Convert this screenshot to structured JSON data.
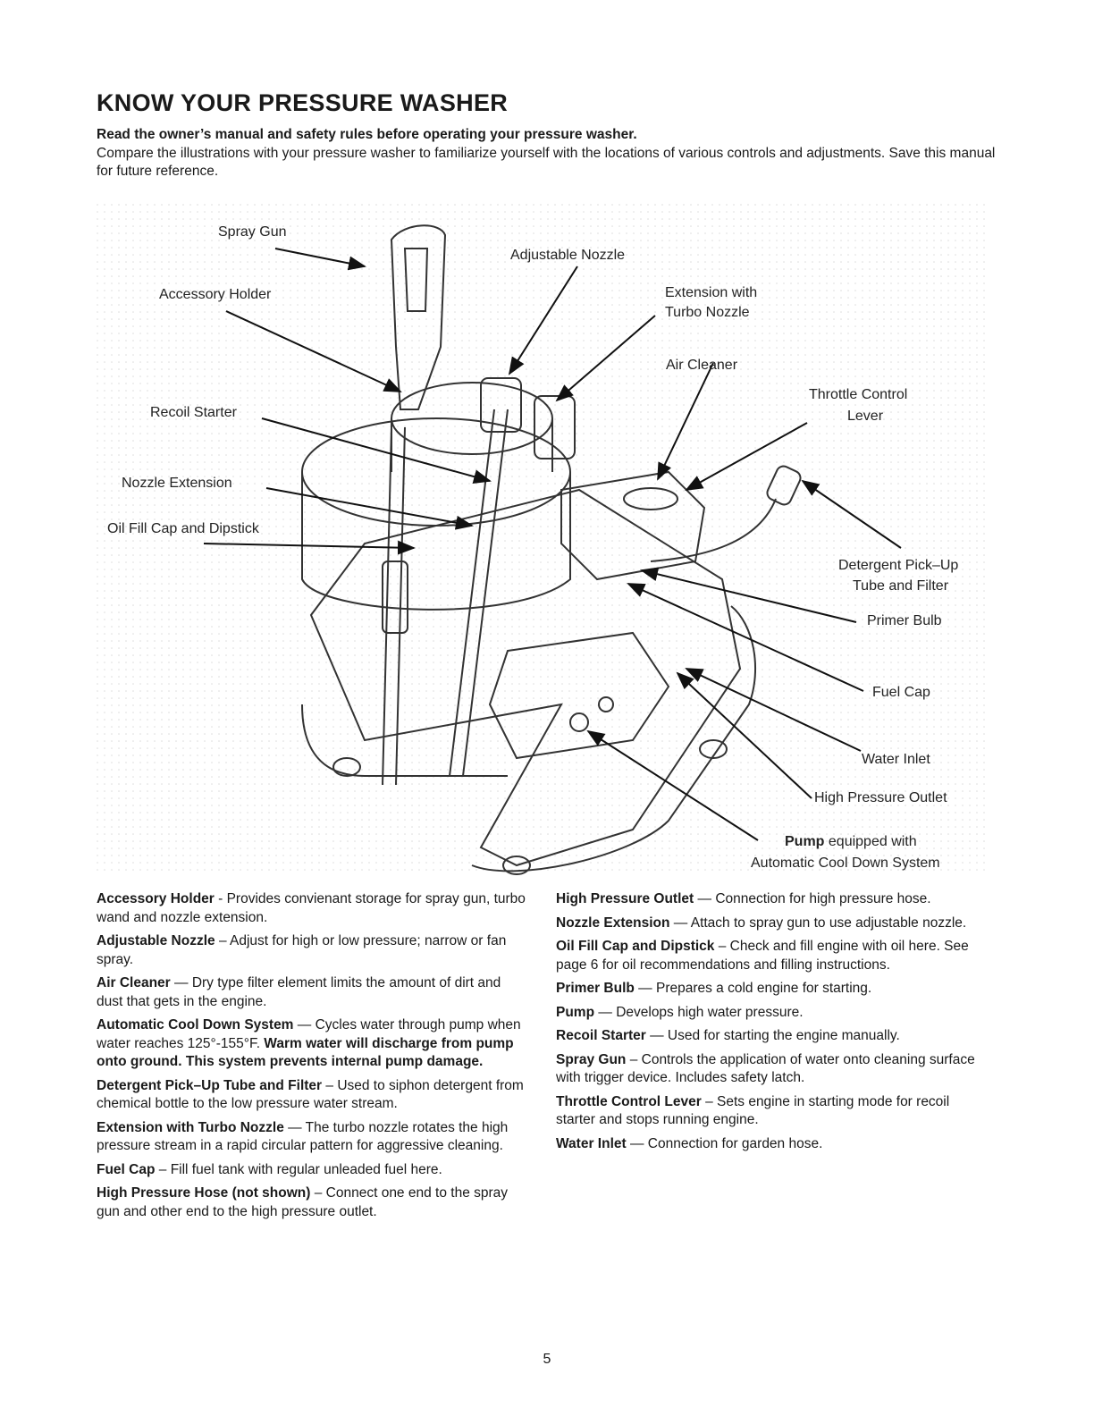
{
  "header": {
    "title": "KNOW YOUR PRESSURE WASHER",
    "intro_bold": "Read the owner’s manual and safety rules before operating your pressure washer.",
    "intro": "Compare the illustrations with your pressure washer to familiarize yourself with the locations of various controls and adjustments. Save this manual for future reference."
  },
  "diagram": {
    "labels": {
      "spray_gun": "Spray Gun",
      "adjustable_nozzle": "Adjustable Nozzle",
      "accessory_holder": "Accessory Holder",
      "extension_line1": "Extension with",
      "extension_line2": "Turbo Nozzle",
      "air_cleaner": "Air Cleaner",
      "throttle_line1": "Throttle Control",
      "throttle_line2": "Lever",
      "recoil_starter": "Recoil Starter",
      "nozzle_extension": "Nozzle Extension",
      "oil_fill": "Oil Fill Cap and Dipstick",
      "detergent_line1": "Detergent Pick–Up",
      "detergent_line2": "Tube and Filter",
      "primer_bulb": "Primer Bulb",
      "fuel_cap": "Fuel Cap",
      "water_inlet": "Water Inlet",
      "high_pressure_outlet": "High Pressure Outlet",
      "pump_bold": "Pump",
      "pump_rest": " equipped with",
      "pump_line2": "Automatic Cool Down System"
    }
  },
  "definitions": {
    "left": [
      {
        "term": "Accessory Holder",
        "sep": " - ",
        "desc": "Provides convienant storage for spray gun, turbo wand and nozzle extension."
      },
      {
        "term": "Adjustable Nozzle",
        "sep": " – ",
        "desc": "Adjust for high or low pressure; narrow or fan spray."
      },
      {
        "term": "Air Cleaner",
        "sep": " — ",
        "desc": "Dry type filter element limits the amount of dirt and dust that gets in the engine."
      },
      {
        "term": "Automatic Cool Down System",
        "sep": " — ",
        "desc": "Cycles water through pump when water reaches 125°-155°F.",
        "bold_tail": " Warm water will discharge from pump onto ground. This system prevents internal pump damage."
      },
      {
        "term": "Detergent Pick–Up Tube and Filter",
        "sep": " – ",
        "desc": "Used to siphon detergent from chemical bottle to the low pressure water stream."
      },
      {
        "term": "Extension with Turbo Nozzle",
        "sep": " — ",
        "desc": "The turbo nozzle rotates the high pressure stream in a rapid circular pattern for aggressive cleaning."
      },
      {
        "term": "Fuel Cap",
        "sep": " – ",
        "desc": "Fill fuel tank with regular unleaded fuel here."
      },
      {
        "term": "High Pressure Hose (not shown)",
        "sep": " – ",
        "desc": "Connect one end to the spray gun and other end to the high pressure outlet."
      }
    ],
    "right": [
      {
        "term": "High Pressure Outlet",
        "sep": " — ",
        "desc": "Connection for high pressure hose."
      },
      {
        "term": "Nozzle Extension",
        "sep": " — ",
        "desc": "Attach to spray gun to use adjustable nozzle."
      },
      {
        "term": "Oil Fill Cap and Dipstick",
        "sep": " – ",
        "desc": "Check and fill engine with oil here. See page 6 for oil recommendations and filling instructions."
      },
      {
        "term": "Primer Bulb",
        "sep": " — ",
        "desc": "Prepares a cold engine for starting."
      },
      {
        "term": "Pump",
        "sep": " — ",
        "desc": "Develops high water pressure."
      },
      {
        "term": "Recoil Starter",
        "sep": " — ",
        "desc": "Used for starting the engine manually."
      },
      {
        "term": "Spray Gun",
        "sep": " – ",
        "desc": "Controls the application of water onto cleaning surface with trigger device. Includes safety latch."
      },
      {
        "term": "Throttle Control Lever",
        "sep": " – ",
        "desc": "Sets engine in starting mode for recoil starter and stops running engine."
      },
      {
        "term": "Water Inlet",
        "sep": " — ",
        "desc": "Connection for garden hose."
      }
    ]
  },
  "footer": {
    "page_number": "5"
  }
}
